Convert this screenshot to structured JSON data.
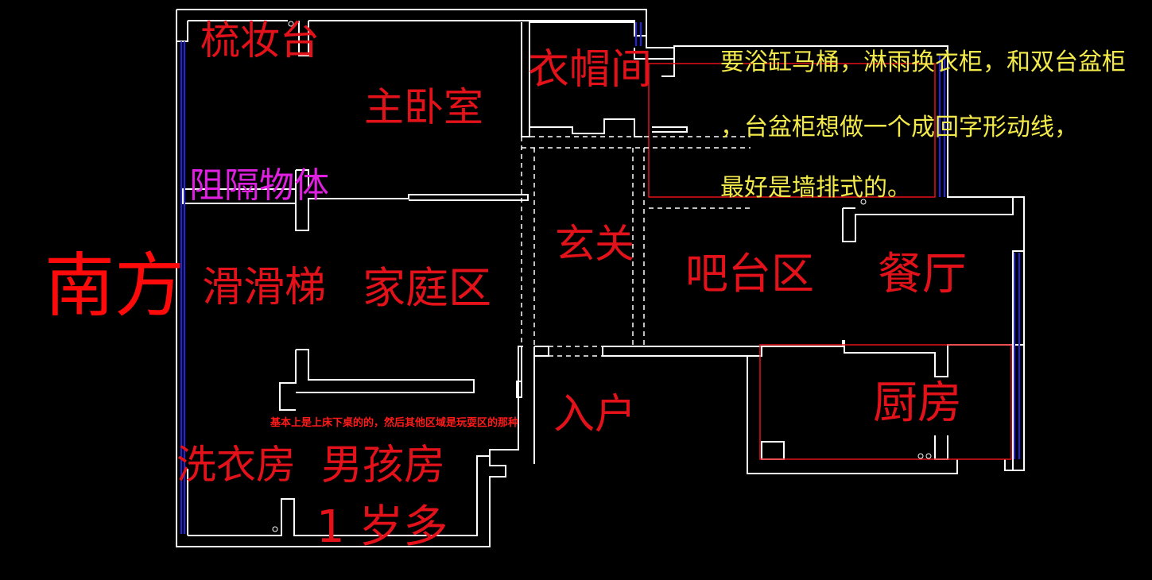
{
  "south_label": "南方",
  "rooms": {
    "vanity": "梳妆台",
    "master_bedroom": "主卧室",
    "closet": "衣帽间",
    "partition": "阻隔物体",
    "slide": "滑滑梯",
    "family_area": "家庭区",
    "foyer": "玄关",
    "bar_area": "吧台区",
    "dining": "餐厅",
    "entry": "入户",
    "kitchen": "厨房",
    "laundry": "洗衣房",
    "boys_room": "男孩房",
    "age": "1 岁多"
  },
  "notes": {
    "bath_line1": "要浴缸马桶，淋雨换衣柜，和双台盆柜",
    "bath_line2": "，台盆柜想做一个成回字形动线，",
    "bath_line3": "最好是墙排式的。",
    "bed_note": "基本上是上床下桌的的，然后其他区域是玩耍区的那种"
  },
  "colors": {
    "wall": "#ffffff",
    "window": "#2222ee",
    "red_line": "#e3121a",
    "dashed": "#ffffff",
    "yellow": "#f2e94a",
    "magenta": "#e020e0"
  }
}
